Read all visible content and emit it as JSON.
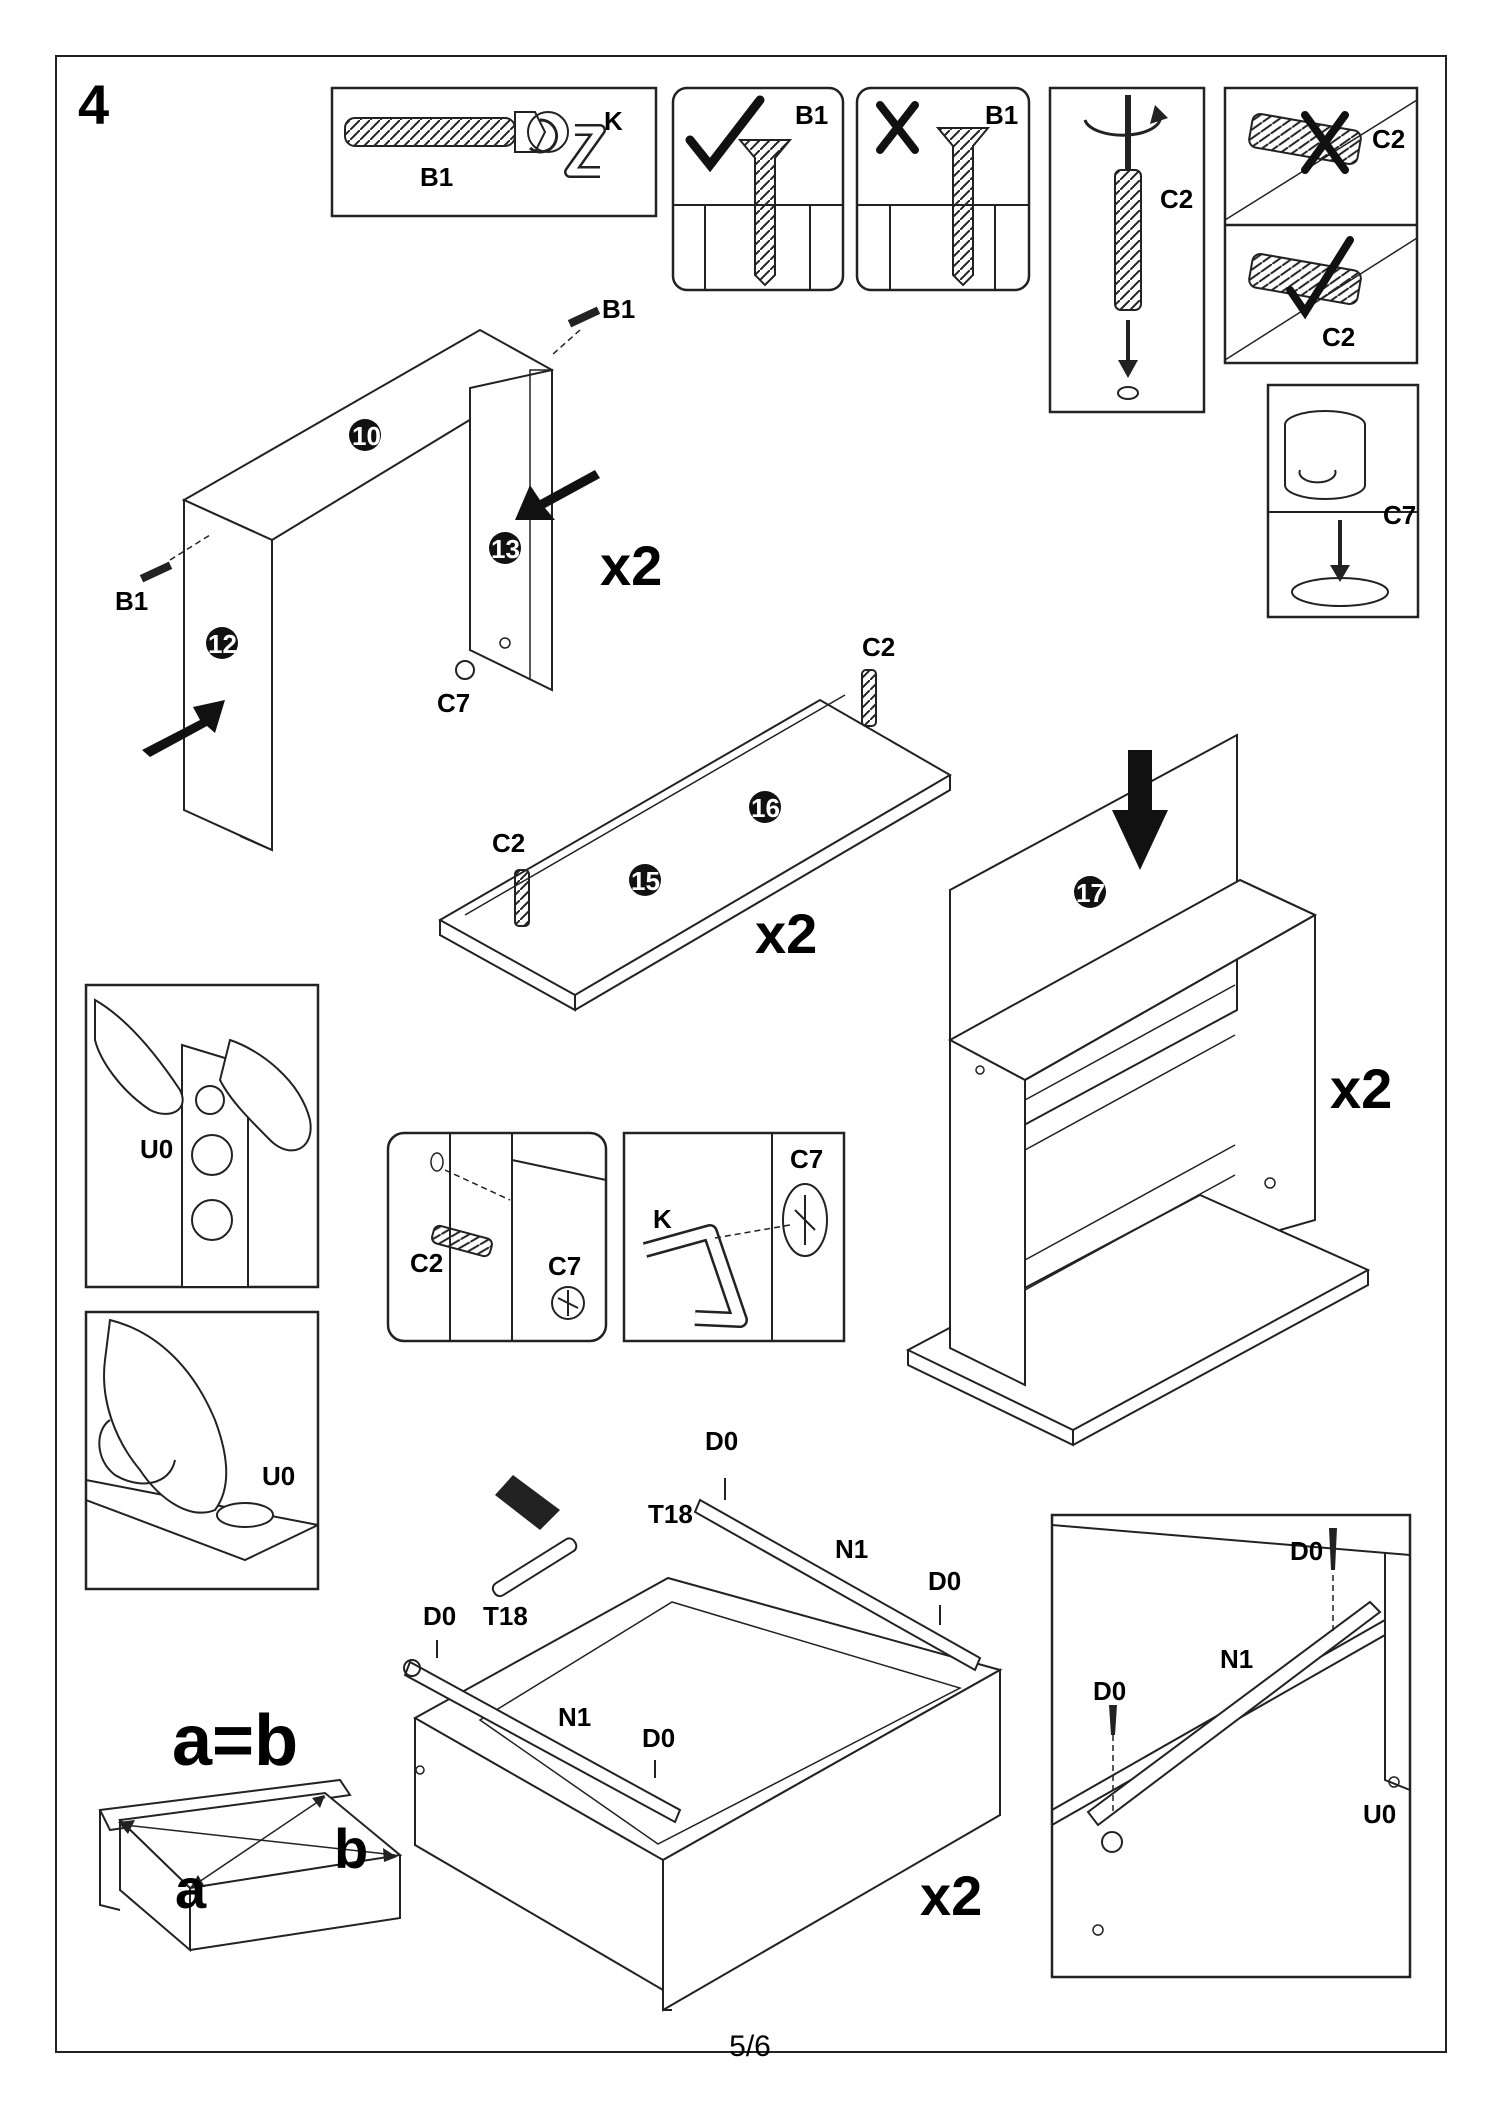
{
  "step": "4",
  "page": "5/6",
  "parts": {
    "B1": "B1",
    "K": "K",
    "C2": "C2",
    "C7": "C7",
    "U0": "U0",
    "D0": "D0",
    "T18": "T18",
    "N1": "N1"
  },
  "panels": {
    "p10": "10",
    "p12": "12",
    "p13": "13",
    "p15": "15",
    "p16": "16",
    "p17": "17"
  },
  "multipliers": {
    "m1": "x2",
    "m2": "x2",
    "m3": "x2",
    "m4": "x2"
  },
  "diagonal": {
    "equation": "a=b",
    "a": "a",
    "b": "b"
  }
}
